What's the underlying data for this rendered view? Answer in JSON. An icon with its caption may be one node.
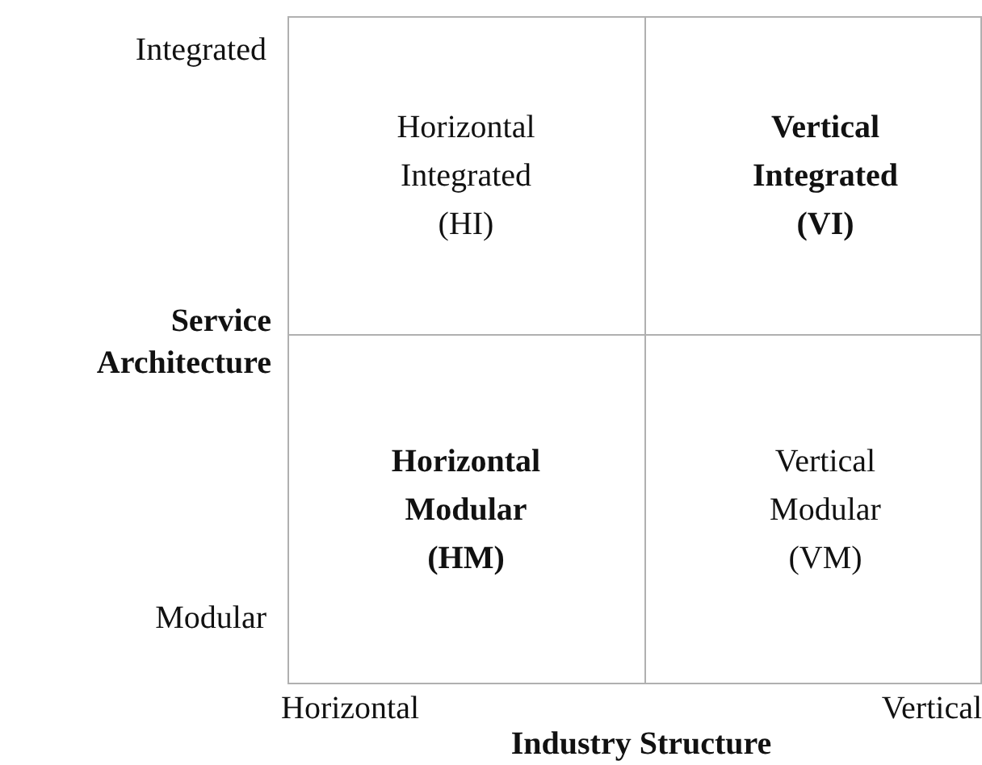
{
  "diagram": {
    "nodes": [
      {
        "text": [
          "Horizontal Integrated (HI)"
        ]
      },
      {
        "text": [
          "Vertical Integrated (VI)"
        ]
      },
      {
        "text": [
          "Horizontal Modular (HM)"
        ]
      },
      {
        "text": [
          "Vertical Modular (VM)"
        ]
      }
    ],
    "labels": [
      "Integrated",
      "Service Architecture",
      "Modular",
      "Horizontal",
      "Vertical",
      "Industry Structure"
    ]
  }
}
